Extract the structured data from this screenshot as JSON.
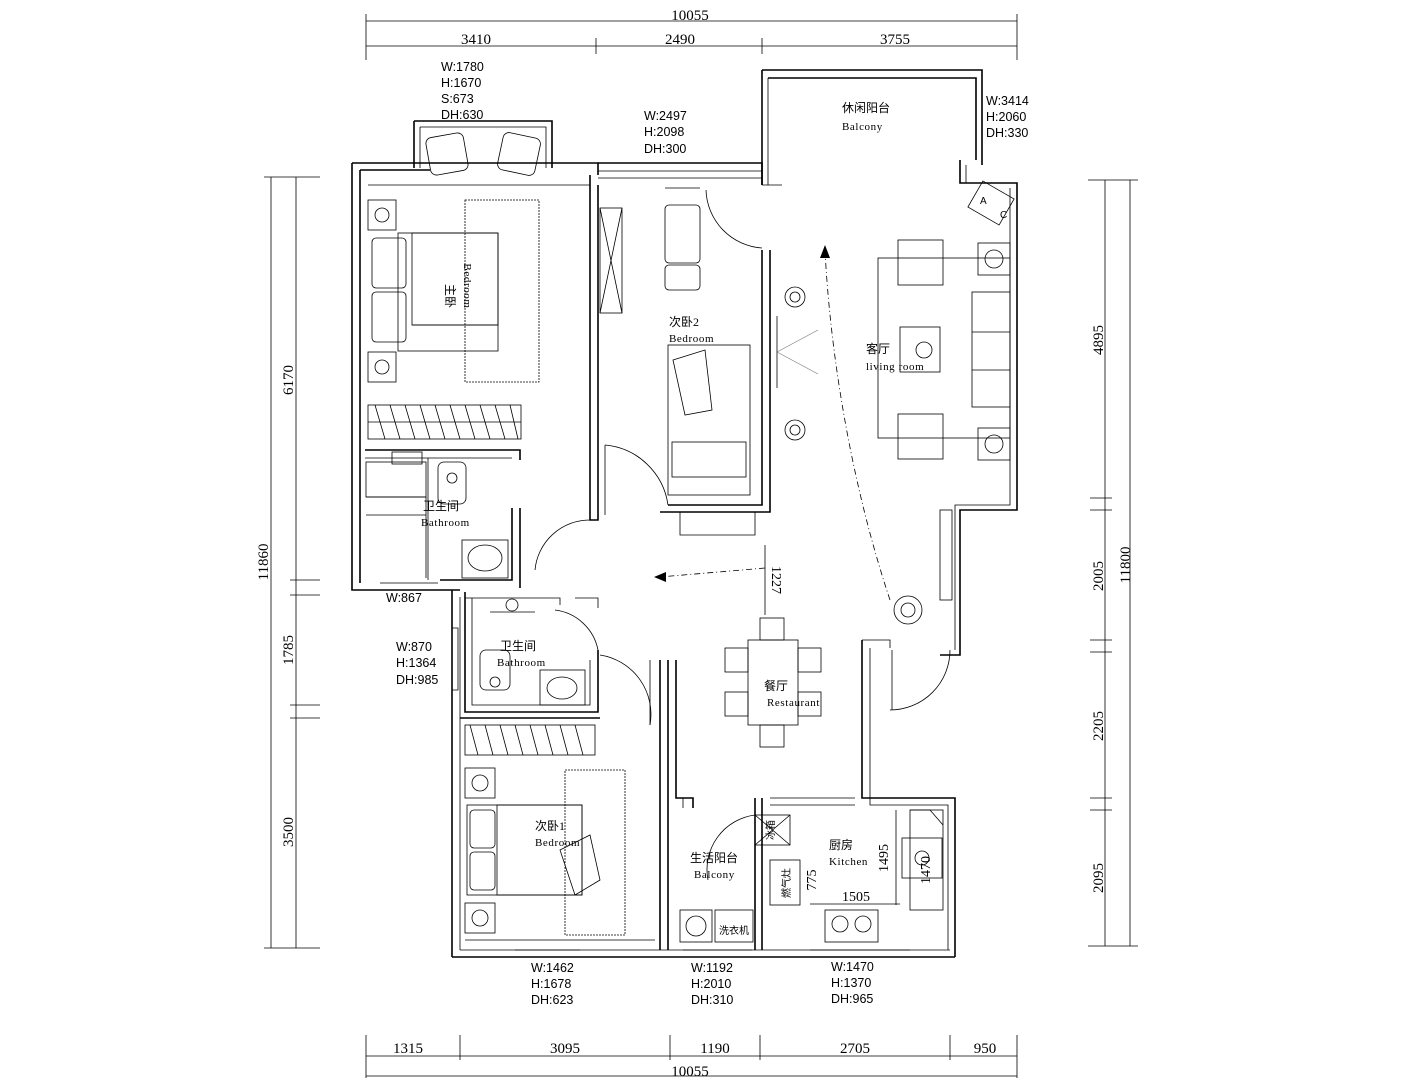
{
  "dimensions": {
    "top_total": "10055",
    "top_segments": [
      "3410",
      "2490",
      "3755"
    ],
    "bottom_total": "10055",
    "bottom_segments": [
      "1315",
      "3095",
      "1190",
      "2705",
      "950"
    ],
    "left_outer": "11860",
    "left_segments": [
      "6170",
      "1785",
      "3500"
    ],
    "right_outer": "11800",
    "right_segments": [
      "4895",
      "2005",
      "2205",
      "2095"
    ],
    "inner": {
      "corridor": "1227",
      "kitchen_height": "1495",
      "kitchen_width": "1505",
      "kitchen_cabinet": "1470",
      "kitchen_side": "775"
    }
  },
  "windows": {
    "master_bay": [
      "W:1780",
      "H:1670",
      "S:673",
      "DH:630"
    ],
    "north_bedroom2": [
      "W:2497",
      "H:2098",
      "DH:300"
    ],
    "balcony_leisure": [
      "W:3414",
      "H:2060",
      "DH:330"
    ],
    "bath_west": [
      "W:867"
    ],
    "bath2_west": [
      "W:870",
      "H:1364",
      "DH:985"
    ],
    "bedroom1_south": [
      "W:1462",
      "H:1678",
      "DH:623"
    ],
    "balcony_service_south": [
      "W:1192",
      "H:2010",
      "DH:310"
    ],
    "kitchen_south": [
      "W:1470",
      "H:1370",
      "DH:965"
    ]
  },
  "rooms": {
    "master_bedroom": {
      "zh": "主卧",
      "en": "Bedroom"
    },
    "bedroom2": {
      "zh": "次卧2",
      "en": "Bedroom"
    },
    "leisure_balcony": {
      "zh": "休闲阳台",
      "en": "Balcony"
    },
    "living_room": {
      "zh": "客厅",
      "en": "living room"
    },
    "bathroom1": {
      "zh": "卫生间",
      "en": "Bathroom"
    },
    "bathroom2": {
      "zh": "卫生间",
      "en": "Bathroom"
    },
    "restaurant": {
      "zh": "餐厅",
      "en": "Restaurant"
    },
    "bedroom1": {
      "zh": "次卧1",
      "en": "Bedroom"
    },
    "service_balcony": {
      "zh": "生活阳台",
      "en": "Balcony"
    },
    "kitchen": {
      "zh": "厨房",
      "en": "Kitchen"
    }
  },
  "appliances": {
    "ac_label_a": "A",
    "ac_label_c": "C",
    "washer": "洗衣机",
    "fridge": "冰箱",
    "stove": "燃气灶"
  }
}
